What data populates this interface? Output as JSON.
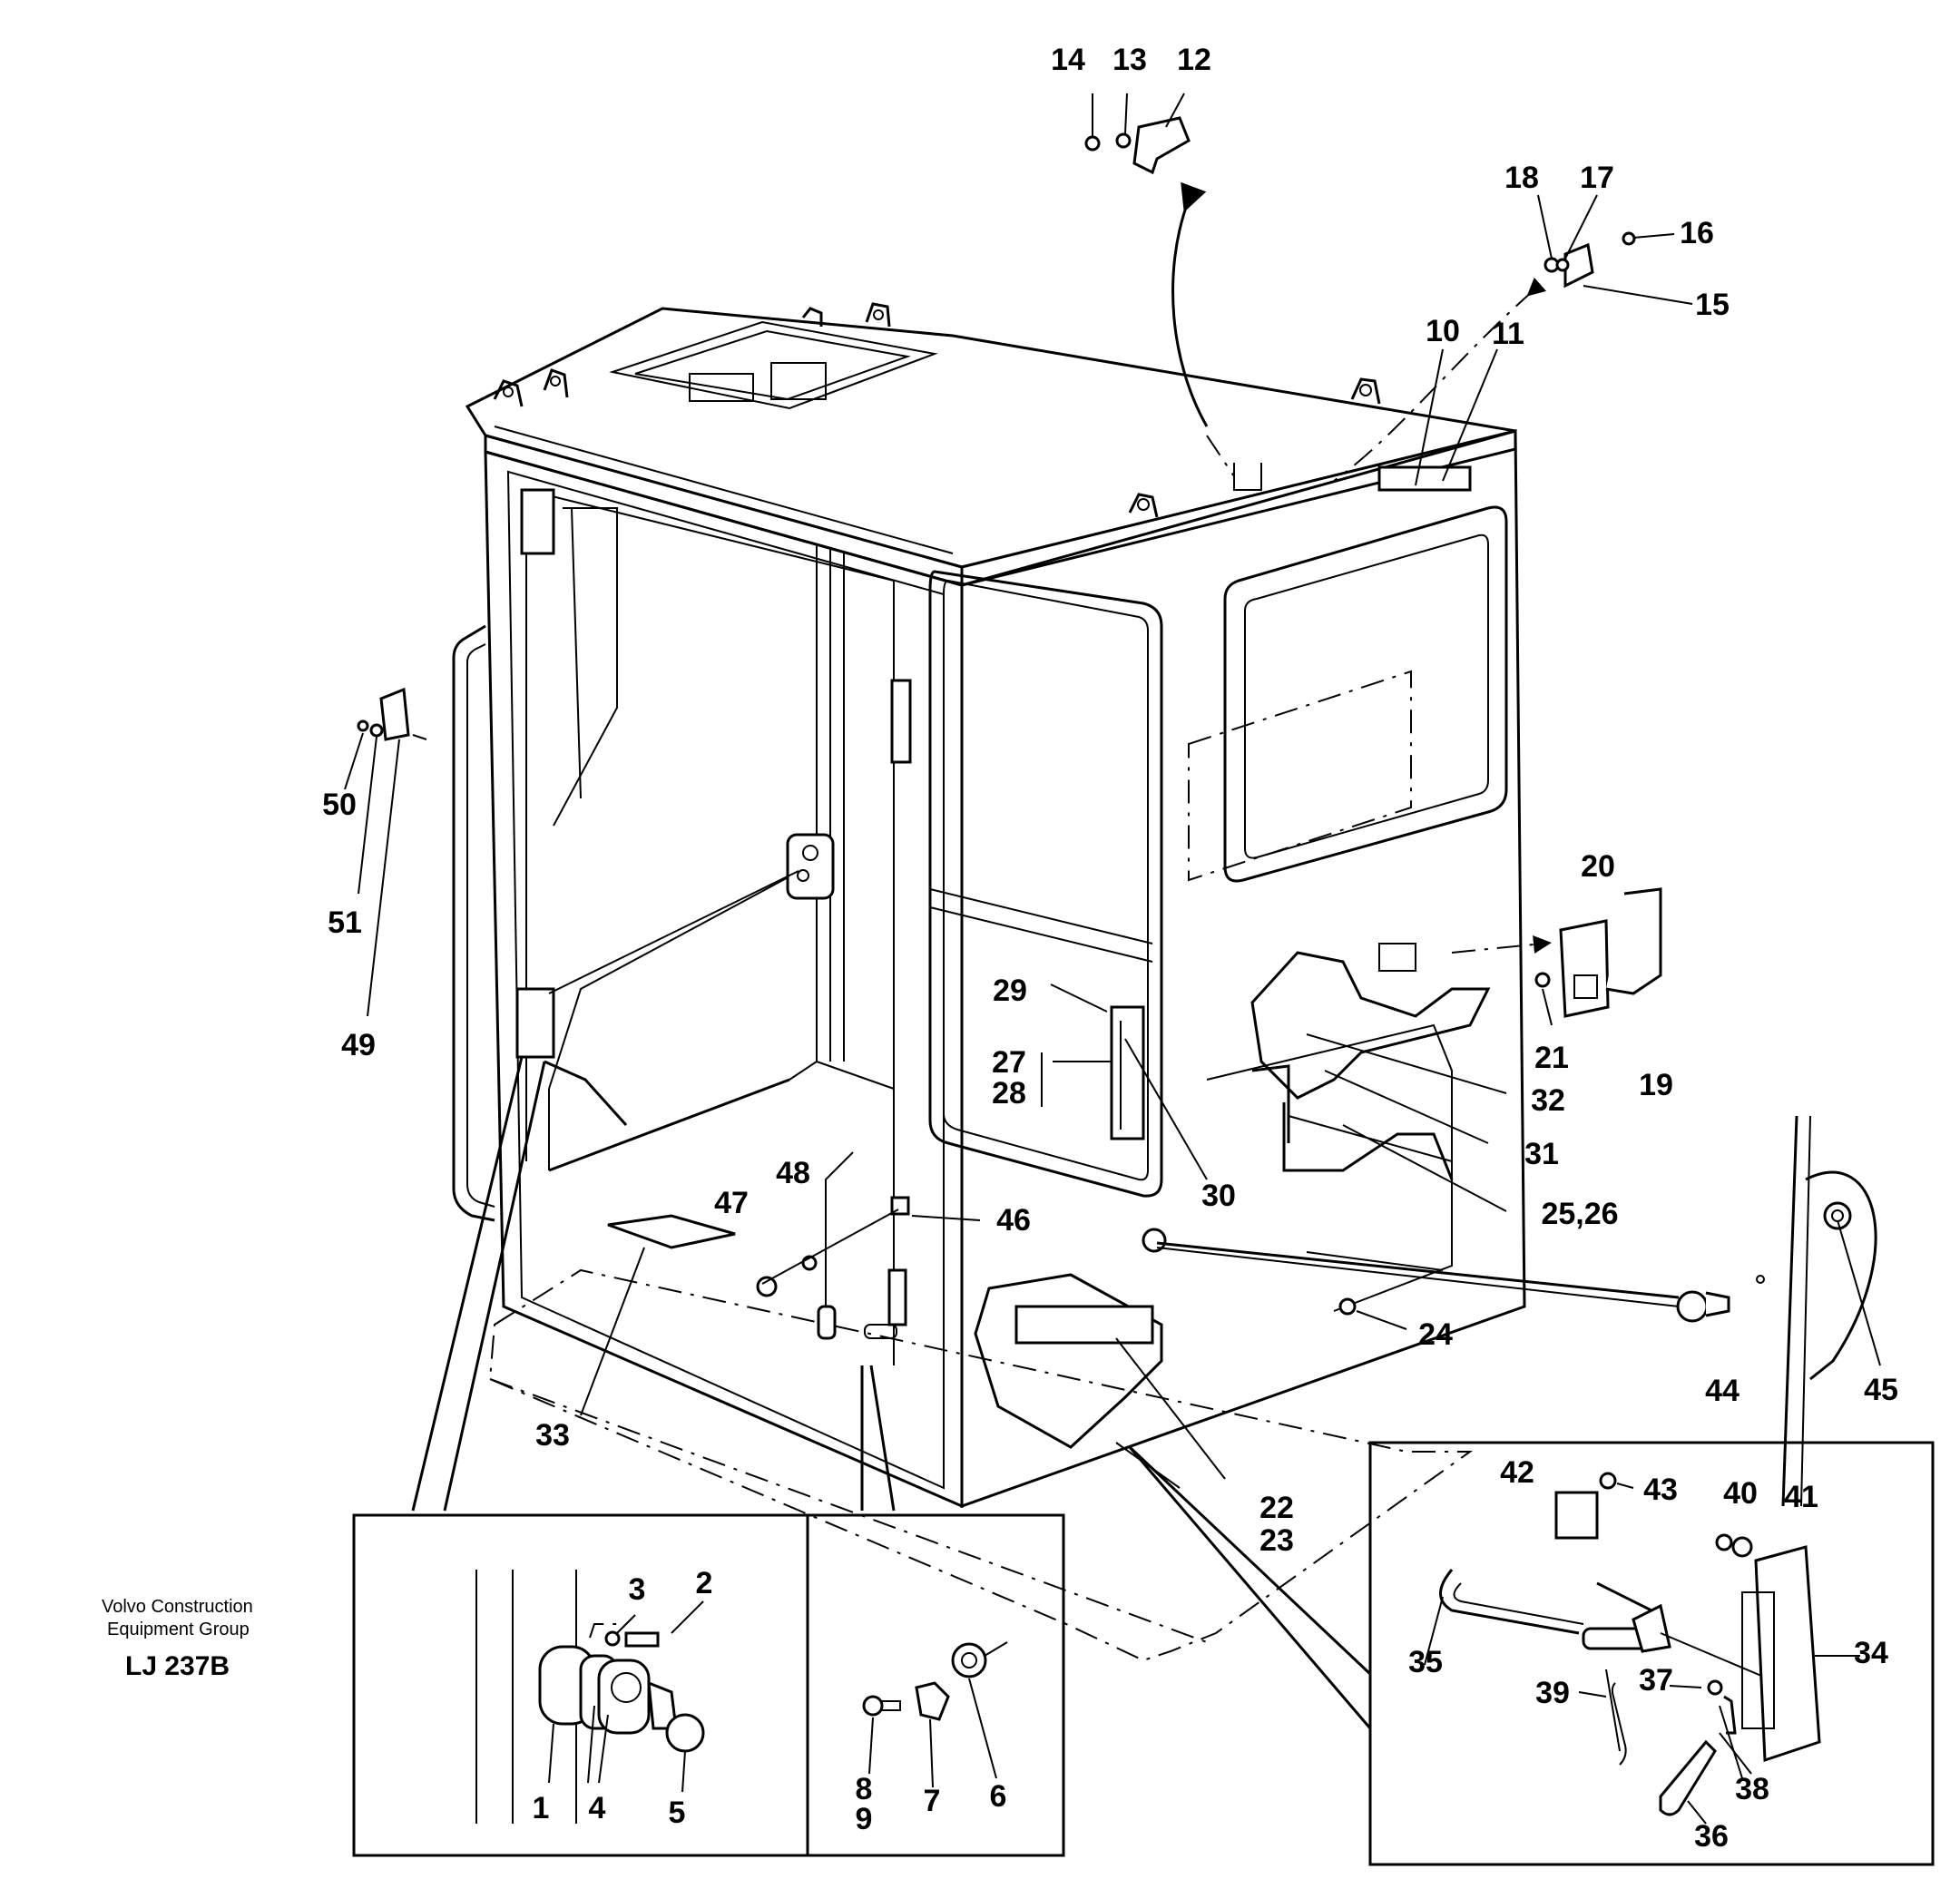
{
  "labels": {
    "l1": "1",
    "l2": "2",
    "l3": "3",
    "l4": "4",
    "l5": "5",
    "l6": "6",
    "l7": "7",
    "l8": "8",
    "l9": "9",
    "l10": "10",
    "l11": "11",
    "l12": "12",
    "l13": "13",
    "l14": "14",
    "l15": "15",
    "l16": "16",
    "l17": "17",
    "l18": "18",
    "l19": "19",
    "l20": "20",
    "l21": "21",
    "l22": "22",
    "l23": "23",
    "l24": "24",
    "l25_26": "25,26",
    "l27": "27",
    "l28": "28",
    "l29": "29",
    "l30": "30",
    "l31": "31",
    "l32": "32",
    "l33": "33",
    "l34": "34",
    "l35": "35",
    "l36": "36",
    "l37": "37",
    "l38": "38",
    "l39": "39",
    "l40": "40",
    "l41": "41",
    "l42": "42",
    "l43": "43",
    "l44": "44",
    "l45": "45",
    "l46": "46",
    "l47": "47",
    "l48": "48",
    "l49": "49",
    "l50": "50",
    "l51": "51"
  },
  "footer": {
    "company_line1": "Volvo Construction",
    "company_line2": "Equipment Group",
    "ref": "LJ 237B"
  }
}
